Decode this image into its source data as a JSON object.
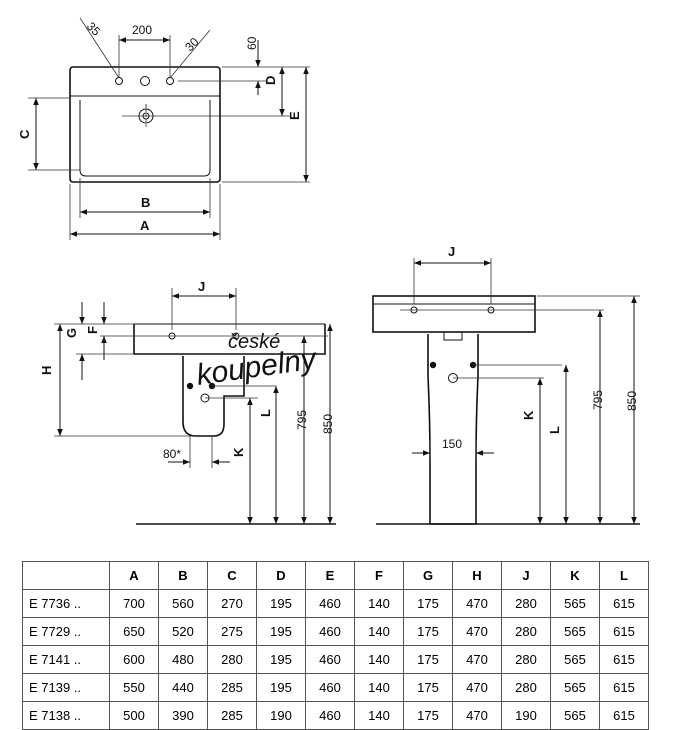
{
  "watermark": {
    "line1": "české",
    "line2": "koupelny"
  },
  "top_view": {
    "dims": {
      "d200": "200",
      "d35": "35",
      "d30": "30",
      "d60": "60"
    },
    "labels": {
      "A": "A",
      "B": "B",
      "C": "C",
      "D": "D",
      "E": "E"
    }
  },
  "side_view": {
    "dims": {
      "d795": "795",
      "d850": "850",
      "d80": "80*"
    },
    "labels": {
      "J": "J",
      "G": "G",
      "F": "F",
      "H": "H",
      "K": "K",
      "L": "L"
    }
  },
  "front_view": {
    "dims": {
      "d150": "150",
      "d795": "795",
      "d850": "850"
    },
    "labels": {
      "J": "J",
      "K": "K",
      "L": "L"
    }
  },
  "table": {
    "headers": [
      "",
      "A",
      "B",
      "C",
      "D",
      "E",
      "F",
      "G",
      "H",
      "J",
      "K",
      "L"
    ],
    "rows": [
      [
        "E 7736 ..",
        "700",
        "560",
        "270",
        "195",
        "460",
        "140",
        "175",
        "470",
        "280",
        "565",
        "615"
      ],
      [
        "E 7729 ..",
        "650",
        "520",
        "275",
        "195",
        "460",
        "140",
        "175",
        "470",
        "280",
        "565",
        "615"
      ],
      [
        "E 7141 ..",
        "600",
        "480",
        "280",
        "195",
        "460",
        "140",
        "175",
        "470",
        "280",
        "565",
        "615"
      ],
      [
        "E 7139 ..",
        "550",
        "440",
        "285",
        "195",
        "460",
        "140",
        "175",
        "470",
        "280",
        "565",
        "615"
      ],
      [
        "E 7138 ..",
        "500",
        "390",
        "285",
        "190",
        "460",
        "140",
        "175",
        "470",
        "190",
        "565",
        "615"
      ]
    ]
  }
}
